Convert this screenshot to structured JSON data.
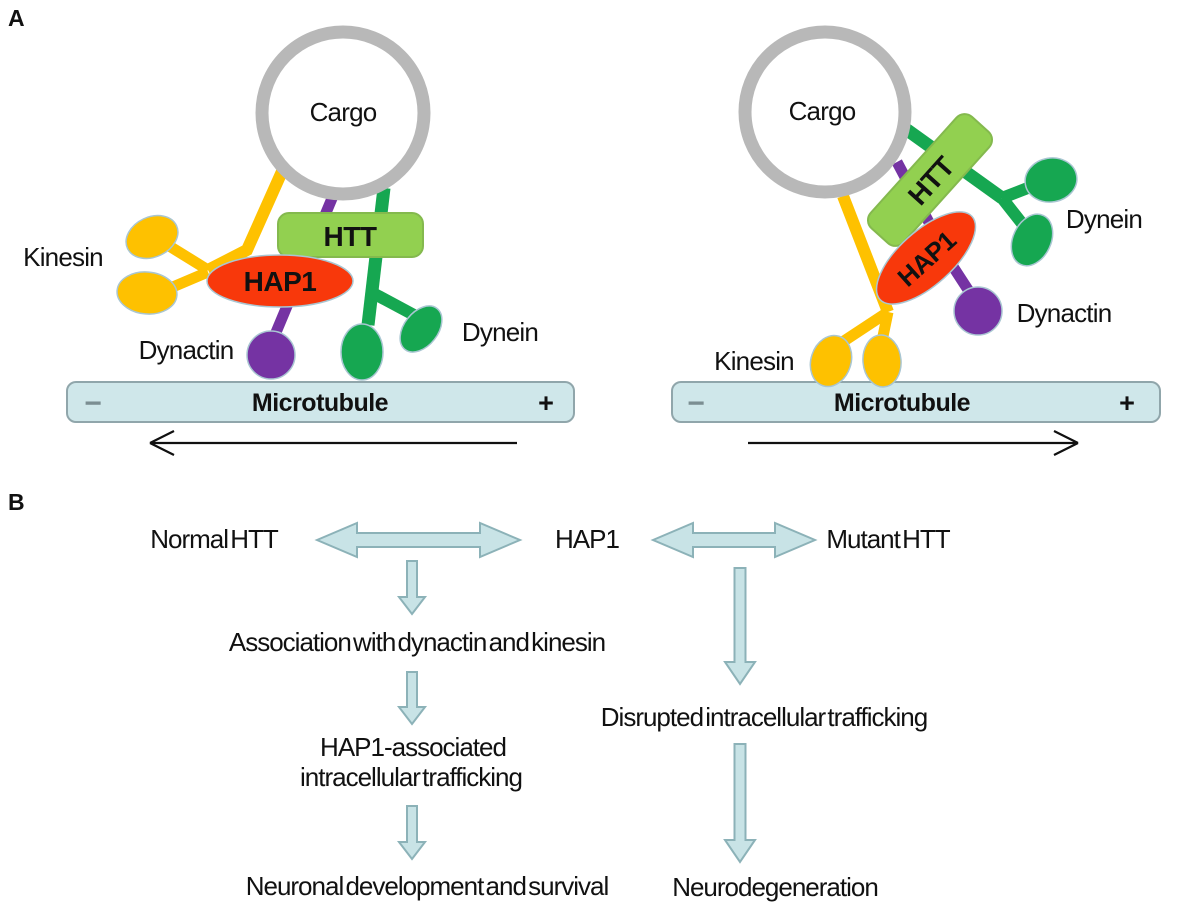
{
  "panel_a": {
    "label": "A",
    "left": {
      "cargo": "Cargo",
      "htt": "HTT",
      "hap1": "HAP1",
      "kinesin": "Kinesin",
      "dynactin": "Dynactin",
      "dynein": "Dynein",
      "microtubule": "Microtubule",
      "minus_end": "−",
      "plus_end": "+"
    },
    "right": {
      "cargo": "Cargo",
      "htt": "HTT",
      "hap1": "HAP1",
      "kinesin": "Kinesin",
      "dynactin": "Dynactin",
      "dynein": "Dynein",
      "microtubule": "Microtubule",
      "minus_end": "−",
      "plus_end": "+"
    }
  },
  "panel_b": {
    "label": "B",
    "normal_htt": "Normal HTT",
    "hap1": "HAP1",
    "mutant_htt": "Mutant HTT",
    "left_pathway": {
      "step1": "Association with dynactin and kinesin",
      "step2_line1": "HAP1-associated",
      "step2_line2": "intracellular trafficking",
      "outcome": "Neuronal development and survival"
    },
    "right_pathway": {
      "step1": "Disrupted intracellular trafficking",
      "outcome": "Neurodegeneration"
    }
  },
  "colors": {
    "cargo_ring": "#b8b8b8",
    "htt_green": "#92d050",
    "hap1_red": "#f8380b",
    "kinesin_yellow": "#fec100",
    "dynactin_purple": "#7533a3",
    "dynein_green": "#16a751",
    "microtubule_fill": "#cfe7ea",
    "flow_arrow_fill": "#c8e3e6",
    "text": "#1a1a1a"
  }
}
